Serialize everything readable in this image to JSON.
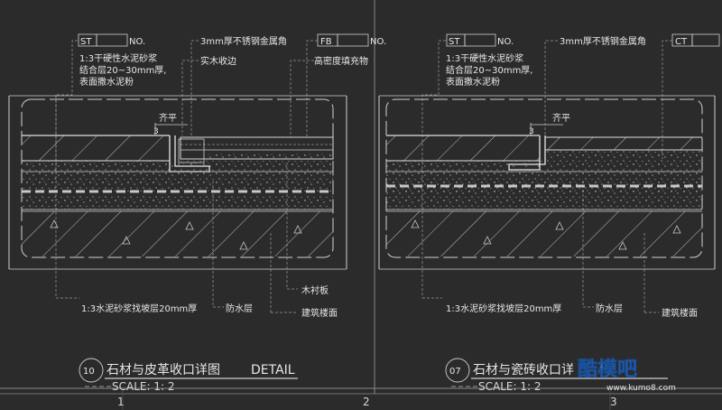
{
  "colors": {
    "background": "#2b2b2b",
    "linework": "#d6d6d6",
    "leader": "#9a9a9a",
    "text": "#e6e6e6",
    "logo_blue": "#2f8fe0",
    "logo_dark": "#1a4f9a"
  },
  "left_detail": {
    "tag_a": {
      "code": "ST",
      "no": "NO."
    },
    "tag_b": {
      "code": "FB",
      "no": "NO."
    },
    "note_mortar": [
      "1:3干硬性水泥砂浆",
      "结合层20~30mm厚,",
      "表面撒水泥粉"
    ],
    "note_angle": "3mm厚不锈钢金属角",
    "note_wood_edge": "实木收边",
    "note_filler": "高密度填充物",
    "flush": "齐平",
    "dim_3": "3",
    "note_leveling": "1:3水泥砂浆找坡层20mm厚",
    "note_waterproof": "防水层",
    "note_wood_board": "木衬板",
    "note_floor": "建筑楼面",
    "title_number": "10",
    "title": "石材与皮革收口详图",
    "title_en": "DETAIL",
    "scale": "SCALE: 1: 2"
  },
  "right_detail": {
    "tag_a": {
      "code": "ST",
      "no": "NO."
    },
    "tag_b": {
      "code": "CT",
      "no": ""
    },
    "note_mortar": [
      "1:3干硬性水泥砂浆",
      "结合层20~30mm厚,",
      "表面撒水泥粉"
    ],
    "note_angle": "3mm厚不锈钢金属角",
    "flush": "齐平",
    "dim_3": "3",
    "note_leveling": "1:3水泥砂浆找坡层20mm厚",
    "note_waterproof": "防水层",
    "note_floor": "建筑楼面",
    "title_number": "07",
    "title": "石材与瓷砖收口详",
    "scale": "SCALE: 1: 2"
  },
  "grid_labels": [
    "1",
    "2",
    "3"
  ],
  "watermark": {
    "text": "酷模吧",
    "url": "www.kumo8.com"
  }
}
